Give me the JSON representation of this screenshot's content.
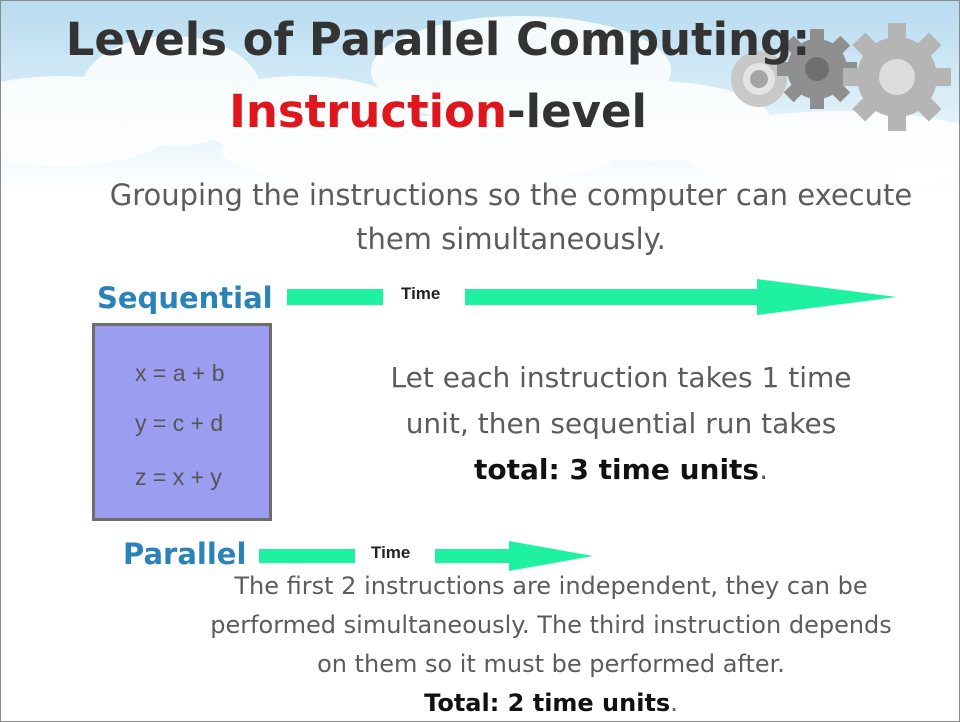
{
  "title": {
    "line1": "Levels of Parallel Computing:",
    "highlight": "Instruction",
    "rest": "-level"
  },
  "subtitle": {
    "line1": "Grouping the instructions so the computer can execute",
    "line2": "them simultaneously."
  },
  "sequential": {
    "label": "Sequential",
    "time_label": "Time",
    "code": [
      "x = a + b",
      "y = c + d",
      "z = x + y"
    ],
    "explanation": {
      "line1": "Let each instruction takes 1 time",
      "line2": "unit, then sequential run takes",
      "total": "total: 3 time units",
      "period": "."
    }
  },
  "parallel": {
    "label": "Parallel",
    "time_label": "Time",
    "explanation": {
      "line1": "The first 2 instructions are independent, they can be",
      "line2": "performed simultaneously. The third instruction depends",
      "line3": "on them so it must be performed after.",
      "total": "Total: 2 time units",
      "period": "."
    }
  },
  "colors": {
    "title": "#333333",
    "title_highlight": "#e0161d",
    "label": "#2a82b8",
    "arrow": "#1ef2a0",
    "code_box": "#9b9df0",
    "body_text": "#5c5c5c"
  }
}
